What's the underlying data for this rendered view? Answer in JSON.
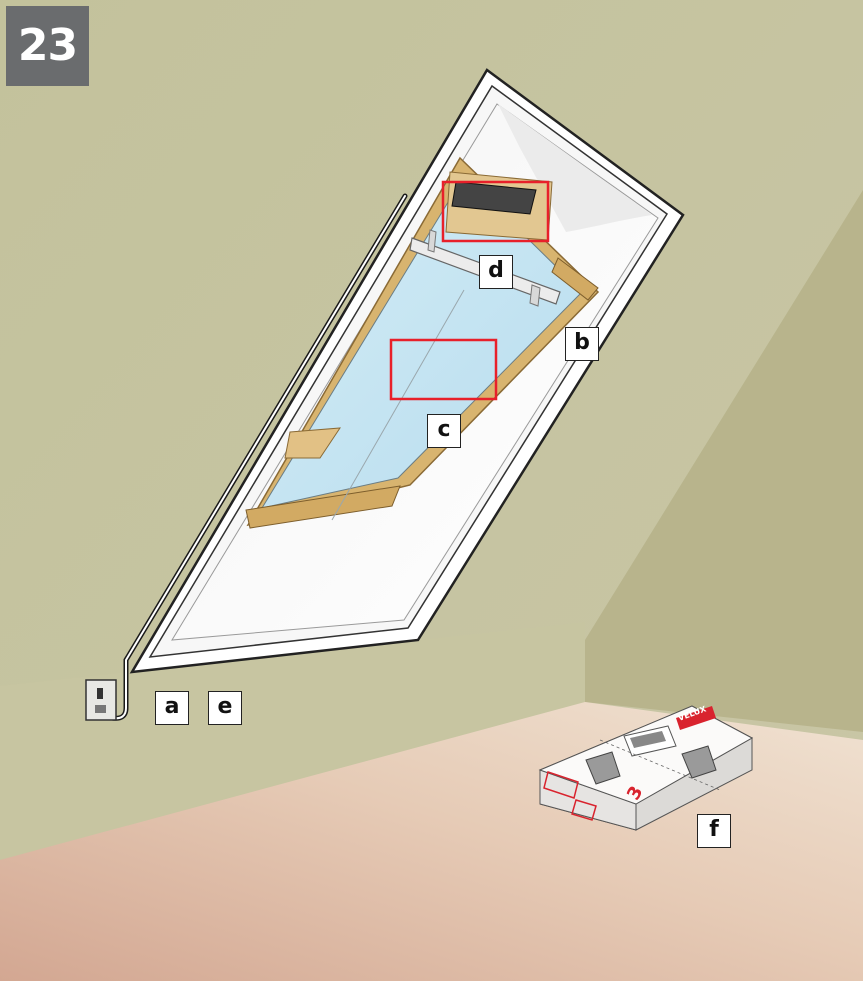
{
  "step": {
    "number": "23"
  },
  "callouts": {
    "a": "a",
    "b": "b",
    "c": "c",
    "d": "d",
    "e": "e",
    "f": "f"
  },
  "box": {
    "brand": "VELUX",
    "step_digit": "3"
  },
  "colors": {
    "wall_upper": "#c9c7a4",
    "wall_lower": "#c6c49e",
    "slope_right": "#b9b58d",
    "floor_near": "#d2a894",
    "floor_far": "#ecdcc9",
    "frame_white": "#ffffff",
    "pine": "#ddb977",
    "glass": "#bfe0ee",
    "highlight_red": "#e8202a",
    "badge_grey": "#6a6c6e",
    "velux_red": "#d9232e"
  }
}
